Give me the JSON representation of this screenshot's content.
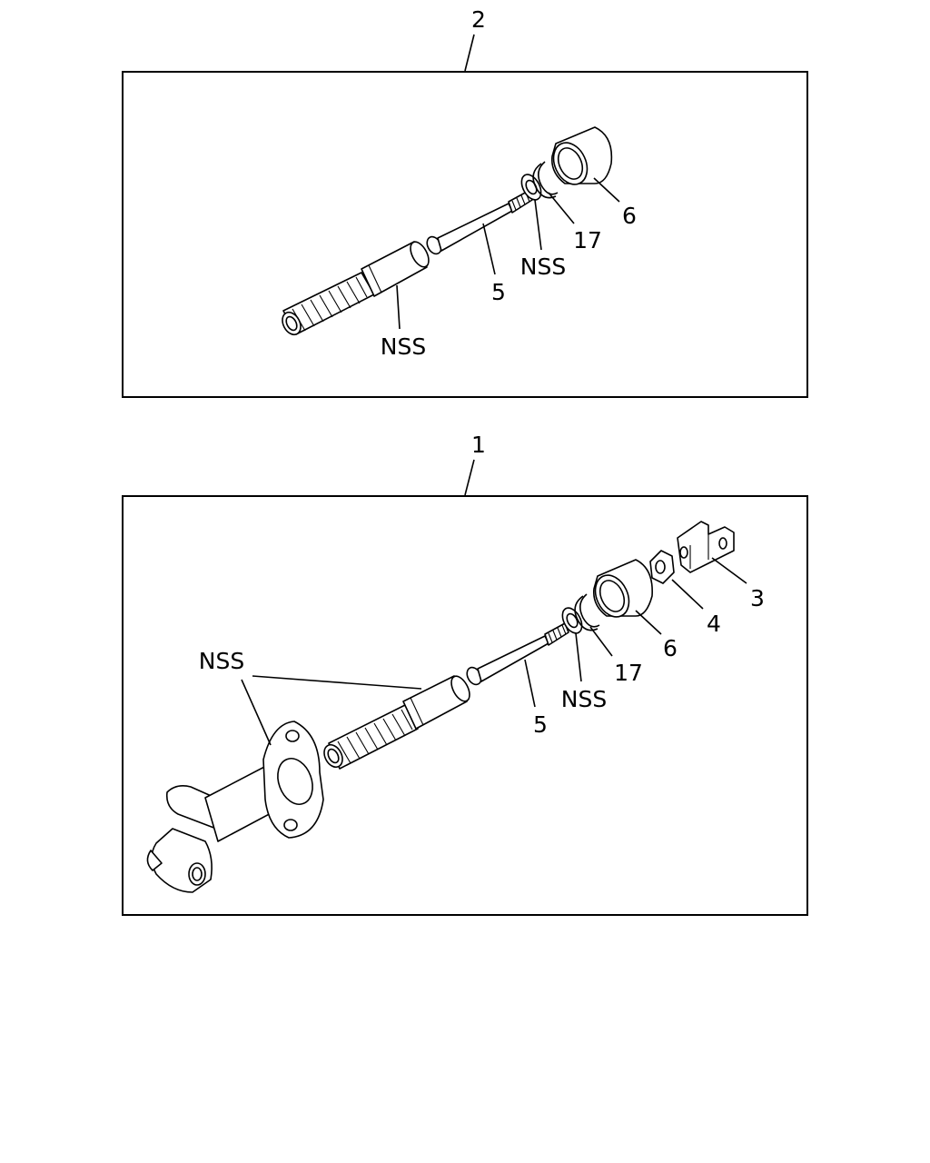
{
  "assembly_top": {
    "callout": "2",
    "labels": {
      "nss_bellows": "NSS",
      "rod": "5",
      "nss_washer": "NSS",
      "clip": "17",
      "bushing": "6"
    }
  },
  "assembly_bottom": {
    "callout": "1",
    "labels": {
      "nss_body": "NSS",
      "rod": "5",
      "nss_washer": "NSS",
      "clip": "17",
      "bushing": "6",
      "nut": "4",
      "clevis": "3"
    }
  }
}
